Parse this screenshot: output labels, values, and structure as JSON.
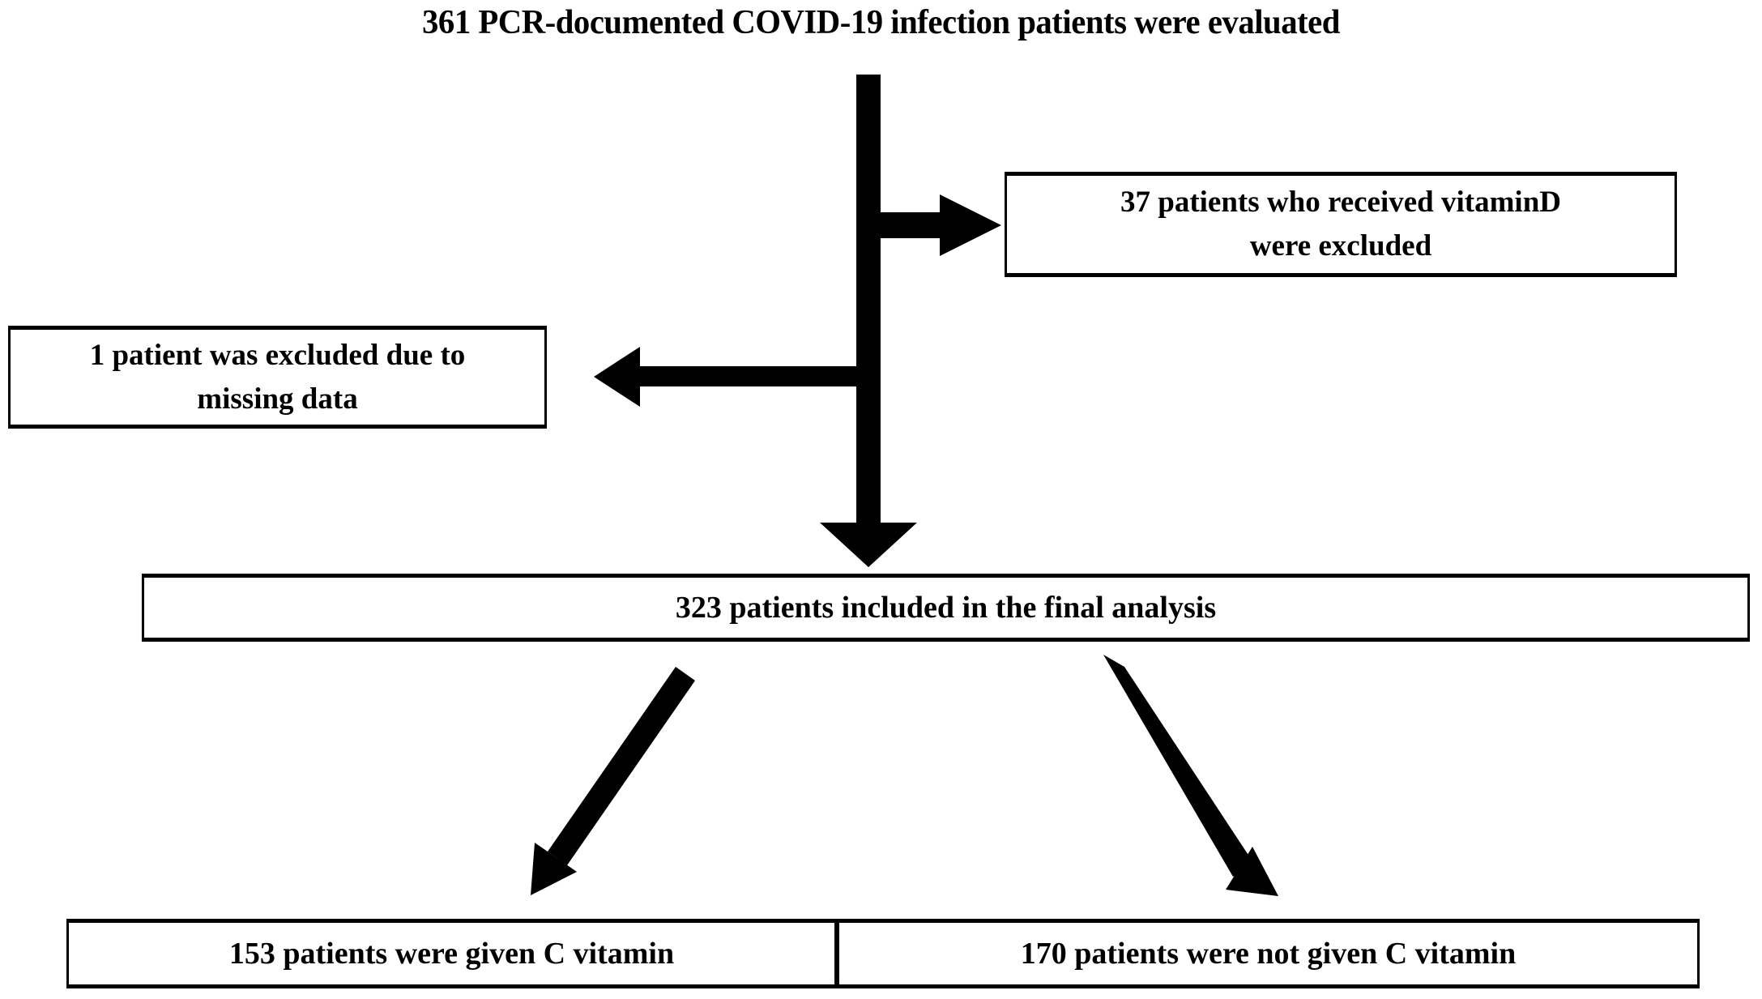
{
  "diagram": {
    "type": "flowchart",
    "title": "361  PCR-documented COVID-19 infection patients were evaluated",
    "nodes": {
      "root": {
        "label": "361  PCR-documented COVID-19 infection patients were evaluated",
        "count": 361
      },
      "excluded_vitamin_d": {
        "line1": "37 patients who received vitaminD",
        "line2": "were excluded",
        "count": 37
      },
      "excluded_missing_data": {
        "line1": "1 patient was excluded due to",
        "line2": "missing data",
        "count": 1
      },
      "final_analysis": {
        "label": "323 patients included in the final analysis",
        "count": 323
      },
      "given_c_vitamin": {
        "label": "153 patients were given C vitamin",
        "count": 153
      },
      "not_given_c_vitamin": {
        "label": "170 patients were not given C  vitamin",
        "count": 170
      }
    },
    "edges": [
      {
        "name": "trunk-down",
        "from": "root",
        "to": "final_analysis",
        "direction": "down"
      },
      {
        "name": "branch-right",
        "from": "root",
        "to": "excluded_vitamin_d",
        "direction": "right"
      },
      {
        "name": "branch-left",
        "from": "root",
        "to": "excluded_missing_data",
        "direction": "left"
      },
      {
        "name": "split-left",
        "from": "final_analysis",
        "to": "given_c_vitamin",
        "direction": "down-left"
      },
      {
        "name": "split-right",
        "from": "final_analysis",
        "to": "not_given_c_vitamin",
        "direction": "down-right"
      }
    ],
    "colors": {
      "ink": "#000000",
      "paper": "#ffffff"
    }
  }
}
